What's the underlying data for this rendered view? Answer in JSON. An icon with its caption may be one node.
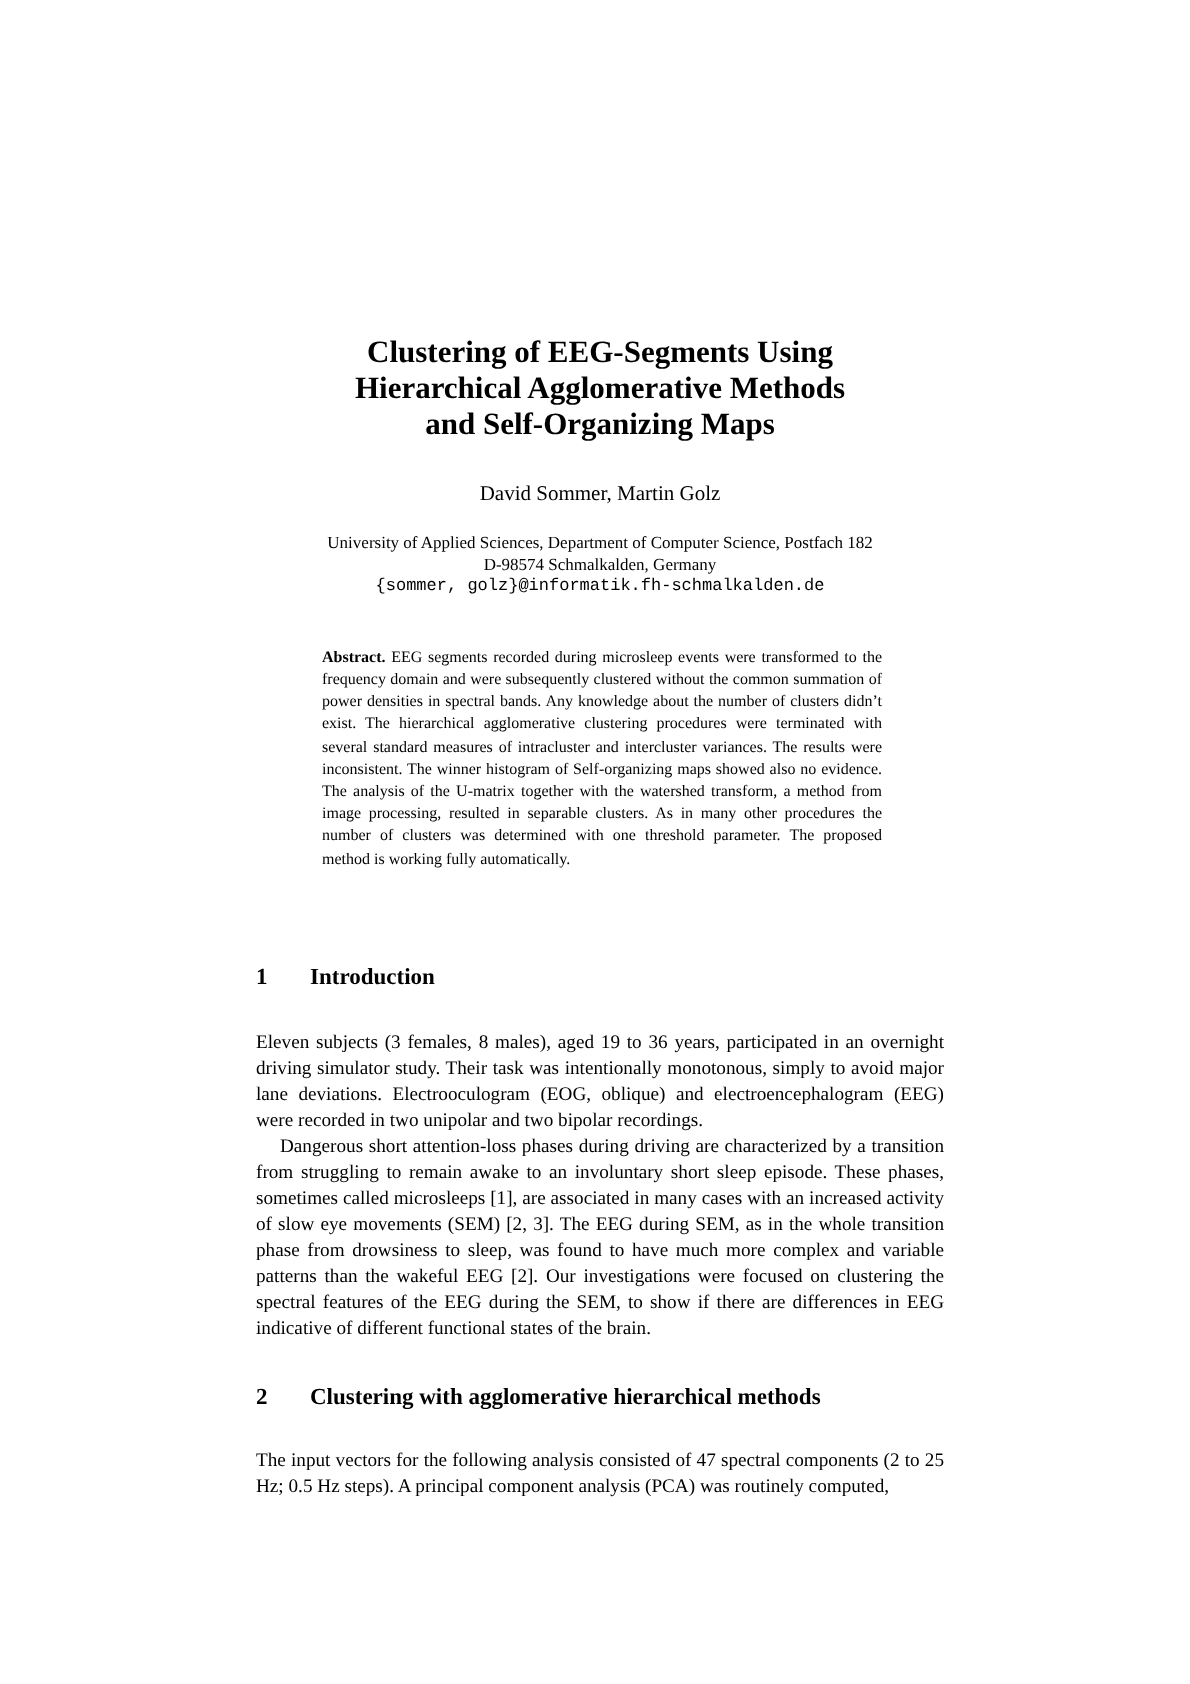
{
  "diagram": {
    "title": "Clustering of EEG-Segments Using Hierarchical Agglomerative Methods and Self-Organizing Maps",
    "labels": [
      "David Sommer, Martin Golz",
      "University of Applied Sciences, Department of Computer Science, Postfach 182",
      "D-98574 Schmalkalden, Germany",
      "{sommer, golz}@informatik.fh-schmalkalden.de",
      "**Abstract.** EEG segments recorded during microsleep events were transformed to the frequency domain and were subsequently clustered without the common summation of power densities in spectral bands. Any knowledge about the number of clusters didn’t exist. The hierarchical agglomerative clustering procedures were terminated with several standard measures of intracluster and intercluster variances. The results were inconsistent. The winner histogram of Self-organizing maps showed also no evidence. The analysis of the U-matrix together with the watershed transform, a method from image processing, resulted in separable clusters. As in many other procedures the number of clusters was determined with one threshold parameter. The proposed method is working fully automatically.",
      "1",
      "Introduction",
      "Eleven subjects (3 females, 8 males), aged 19 to 36 years, participated in an overnight driving simulator study. Their task was intentionally monotonous, simply to avoid major lane deviations. Electrooculogram (EOG, oblique) and electroencephalogram (EEG) were recorded in two unipolar and two bipolar recordings.",
      "Dangerous short attention-loss phases during driving are characterized by a transition from struggling to remain awake to an involuntary short sleep episode. These phases, sometimes called microsleeps [1], are associated in many cases with an increased activity of slow eye movements (SEM) [2, 3]. The EEG during SEM, as in the whole transition phase from drowsiness to sleep, was found to have much more complex and variable patterns than the wakeful EEG [2]. Our investigations were focused on clustering the spectral features of the EEG during the SEM, to show if there are differences in EEG indicative of different functional states of the brain.",
      "2",
      "Clustering with agglomerative hierarchical methods",
      "The input vectors for the following analysis consisted of 47 spectral components (2 to 25 Hz; 0.5 Hz steps). A principal component analysis (PCA) was routinely computed,"
    ]
  }
}
